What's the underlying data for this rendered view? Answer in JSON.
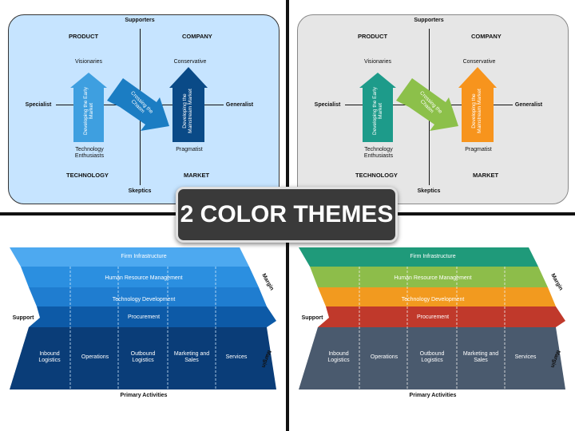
{
  "theme1": {
    "labels": {
      "supporters": "Supporters",
      "skeptics": "Skeptics",
      "product": "PRODUCT",
      "company": "COMPANY",
      "technology": "TECHNOLOGY",
      "market": "MARKET",
      "specialist": "Specialist",
      "generalist": "Generalist",
      "visionaries": "Visionaries",
      "conservative": "Conservative",
      "tech_enthusiasts_1": "Technology",
      "tech_enthusiasts_2": "Enthusiasts",
      "pragmatist": "Pragmatist",
      "arrow_left_1": "Developing the Early",
      "arrow_left_2": "Market",
      "arrow_middle_1": "Crossing the",
      "arrow_middle_2": "Chasm",
      "arrow_right_1": "Developing the",
      "arrow_right_2": "Mainstream Market"
    },
    "colors": {
      "background": "#c6e4ff",
      "left": "#3e9fe0",
      "middle": "#1b7dc3",
      "right": "#0a4a87"
    }
  },
  "theme2": {
    "labels": {
      "supporters": "Supporters",
      "skeptics": "Skeptics",
      "product": "PRODUCT",
      "company": "COMPANY",
      "technology": "TECHNOLOGY",
      "market": "MARKET",
      "specialist": "Specialist",
      "generalist": "Generalist",
      "visionaries": "Visionaries",
      "conservative": "Conservative",
      "tech_enthusiasts_1": "Technology",
      "tech_enthusiasts_2": "Enthusiasts",
      "pragmatist": "Pragmatist",
      "arrow_left_1": "Developing the Early",
      "arrow_left_2": "Market",
      "arrow_middle_1": "Crossing the",
      "arrow_middle_2": "Chasm",
      "arrow_right_1": "Developing the",
      "arrow_right_2": "Mainstream Market"
    },
    "colors": {
      "background": "#e6e6e6",
      "left": "#1d9b8a",
      "middle": "#8cc04a",
      "right": "#f7941d"
    }
  },
  "banner": {
    "title": "2 COLOR THEMES"
  },
  "value_chain_1": {
    "rows": [
      "Firm Infrastructure",
      "Human Resource Management",
      "Technology Development",
      "Procurement"
    ],
    "primary": [
      [
        "Inbound",
        "Logistics"
      ],
      [
        "Operations"
      ],
      [
        "Outbound",
        "Logistics"
      ],
      [
        "Marketing and",
        "Sales"
      ],
      [
        "Services"
      ]
    ],
    "support": "Support",
    "margin": "Margin",
    "primary_activities": "Primary Activities",
    "colors": [
      "#4da9f0",
      "#2b8fe0",
      "#1f7dd0",
      "#0d5aa7",
      "#0a3d78"
    ]
  },
  "value_chain_2": {
    "rows": [
      "Firm Infrastructure",
      "Human Resource Management",
      "Technology Development",
      "Procurement"
    ],
    "primary": [
      [
        "Inbound",
        "Logistics"
      ],
      [
        "Operations"
      ],
      [
        "Outbound",
        "Logistics"
      ],
      [
        "Marketing and",
        "Sales"
      ],
      [
        "Services"
      ]
    ],
    "support": "Support",
    "margin": "Margin",
    "primary_activities": "Primary Activities",
    "colors": [
      "#1f9a7a",
      "#8dbd4a",
      "#f29a1f",
      "#c0392b",
      "#4a5a6e"
    ]
  }
}
